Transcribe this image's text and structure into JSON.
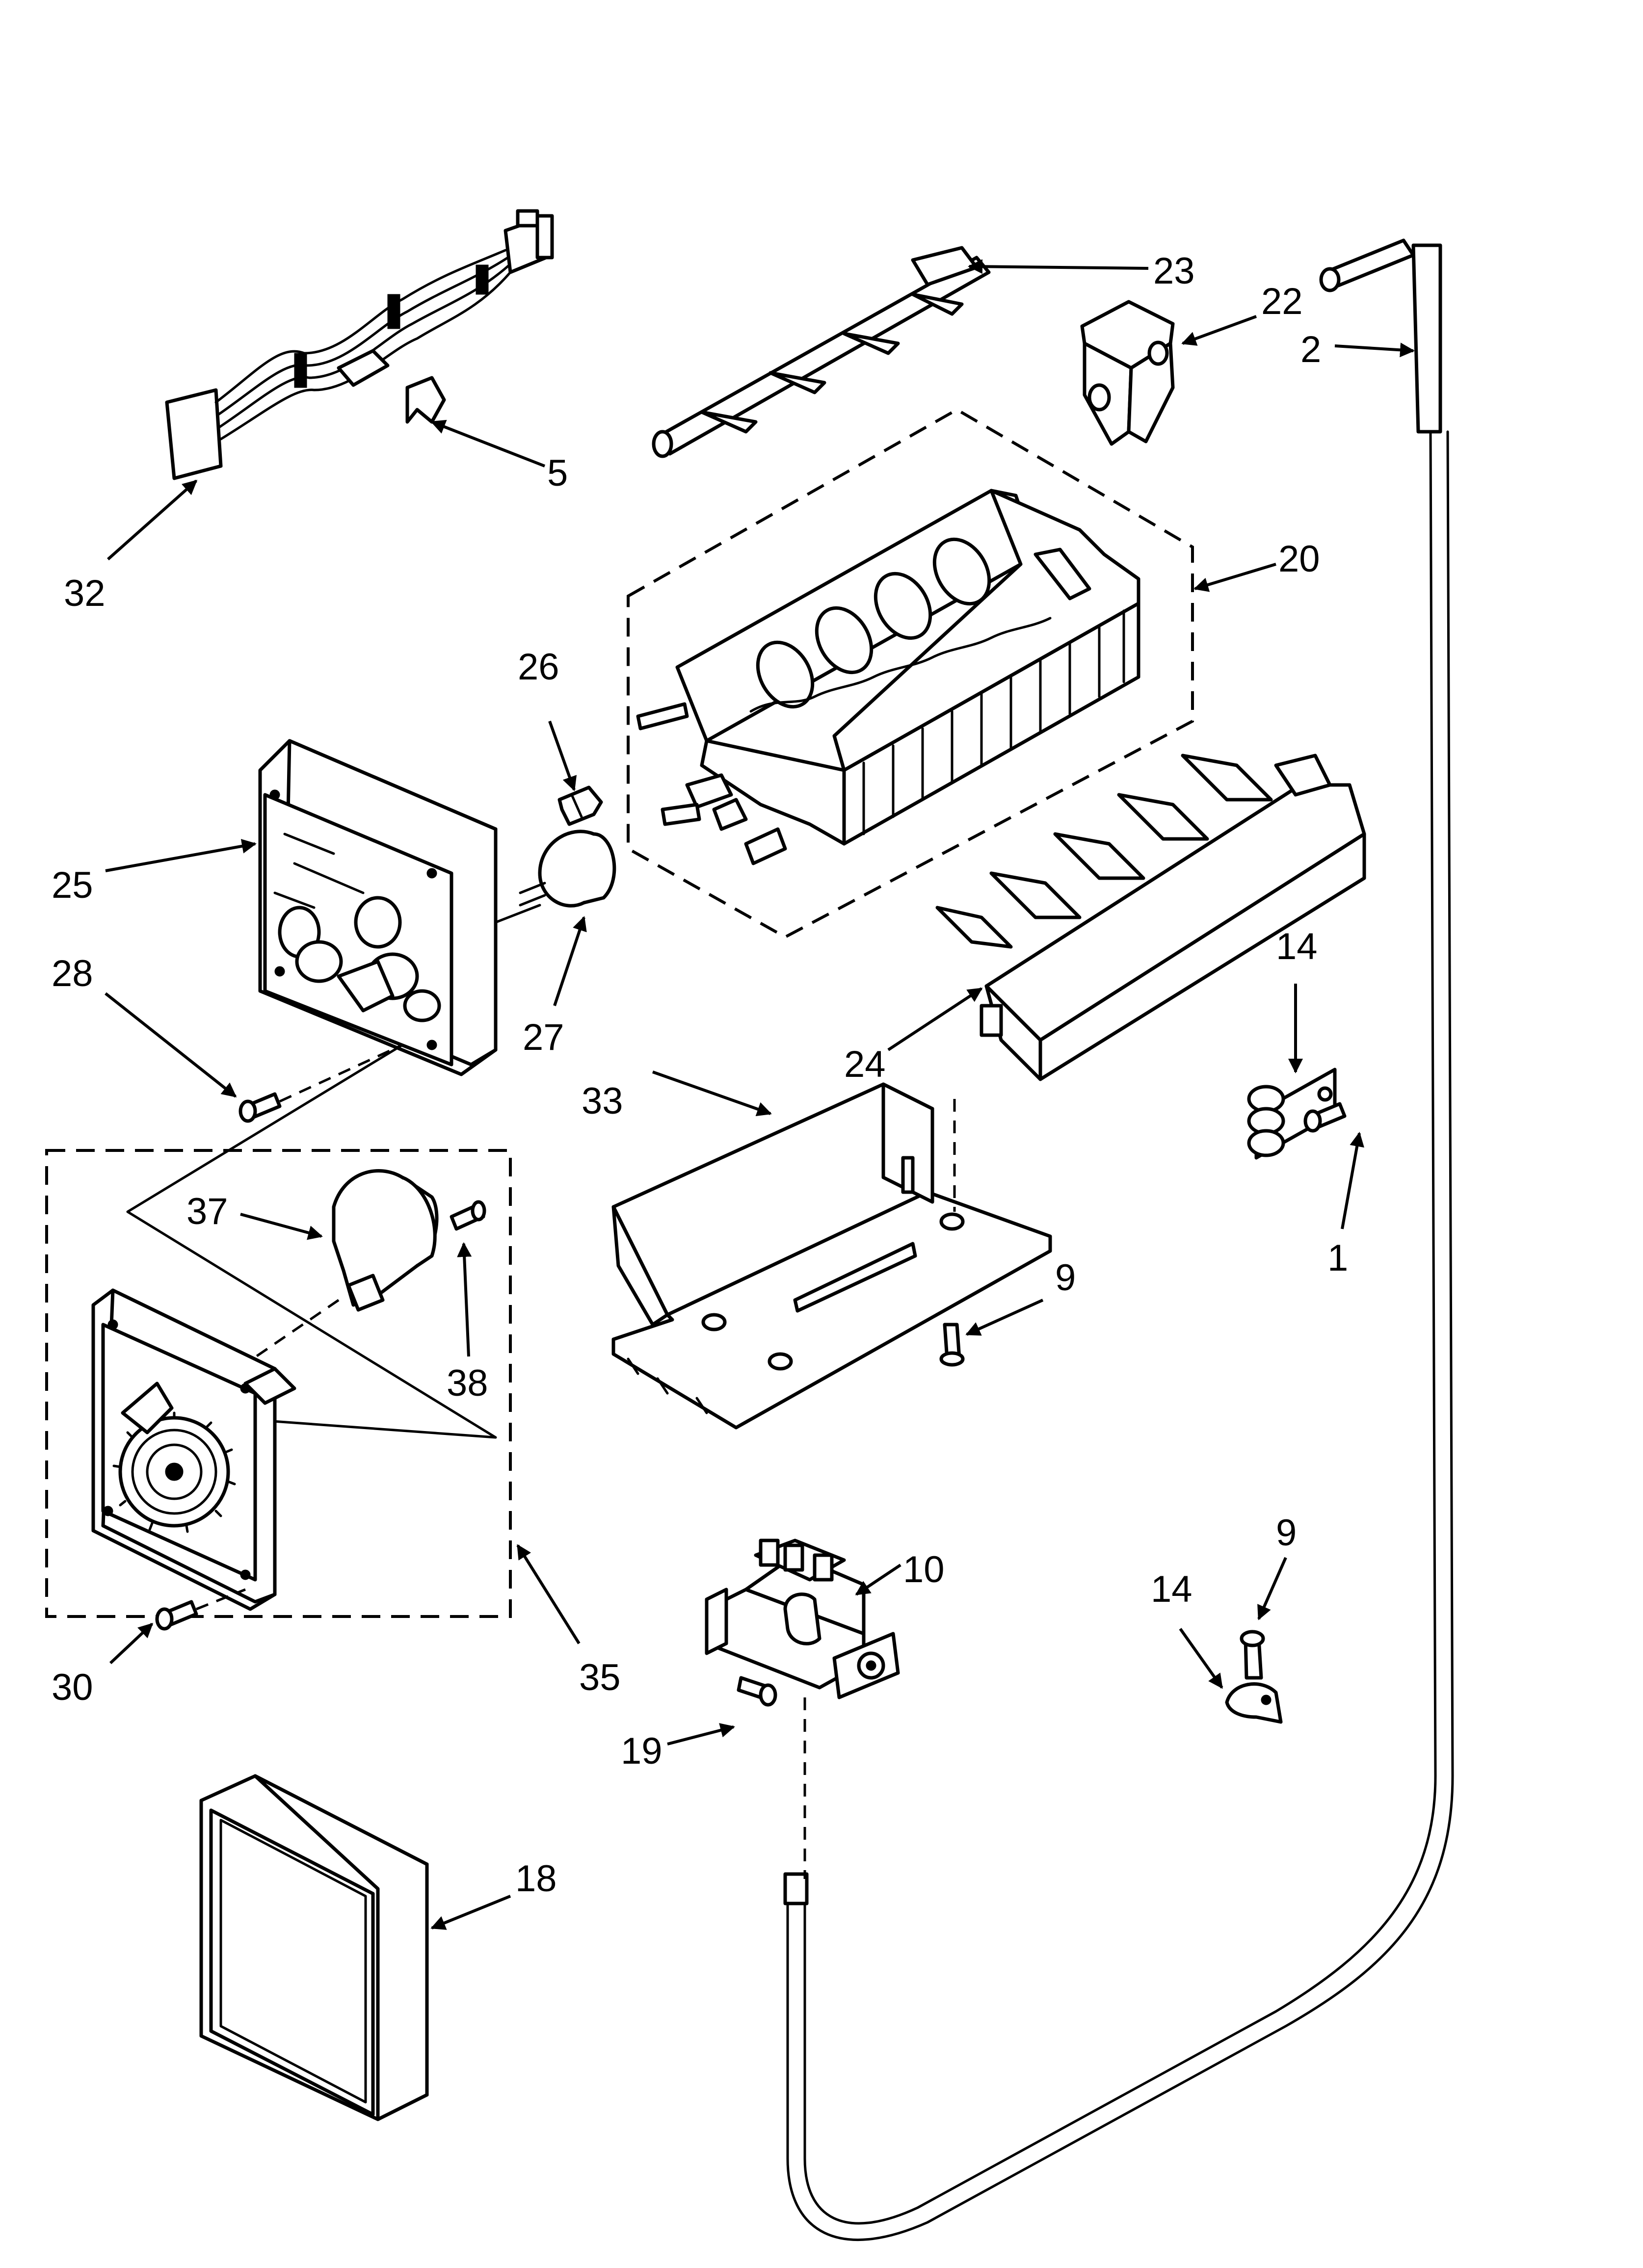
{
  "callouts": {
    "c1": "1",
    "c2": "2",
    "c5": "5",
    "c9a": "9",
    "c9b": "9",
    "c10": "10",
    "c14a": "14",
    "c14b": "14",
    "c18": "18",
    "c19": "19",
    "c20": "20",
    "c22": "22",
    "c23": "23",
    "c24": "24",
    "c25": "25",
    "c26": "26",
    "c27": "27",
    "c28": "28",
    "c30": "30",
    "c32": "32",
    "c33": "33",
    "c35": "35",
    "c37": "37",
    "c38": "38"
  },
  "colors": {
    "line": "#000000",
    "background": "#ffffff"
  }
}
